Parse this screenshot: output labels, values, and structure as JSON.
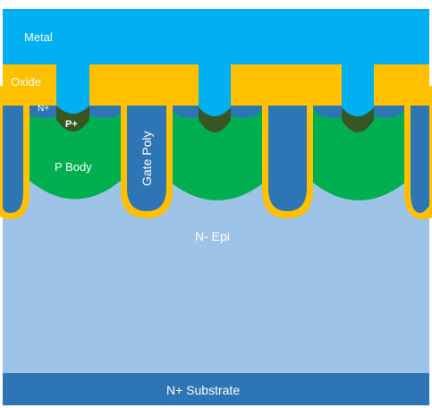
{
  "labels": {
    "metal": "Metal",
    "oxide": "Oxide",
    "n_plus_source": "N+",
    "p_plus": "P+",
    "p_body": "P Body",
    "gate_poly": "Gate Poly",
    "n_minus_epi": "N- Epi",
    "n_plus_substrate": "N+ Substrate"
  },
  "colors": {
    "metal": "#00B0F0",
    "oxide": "#FFC000",
    "n_plus": "#2E75B6",
    "p_plus": "#375623",
    "p_body": "#00B050",
    "gate_poly": "#2E75B6",
    "n_minus_epi": "#9DC3E6",
    "n_plus_substrate": "#2E75B6"
  }
}
